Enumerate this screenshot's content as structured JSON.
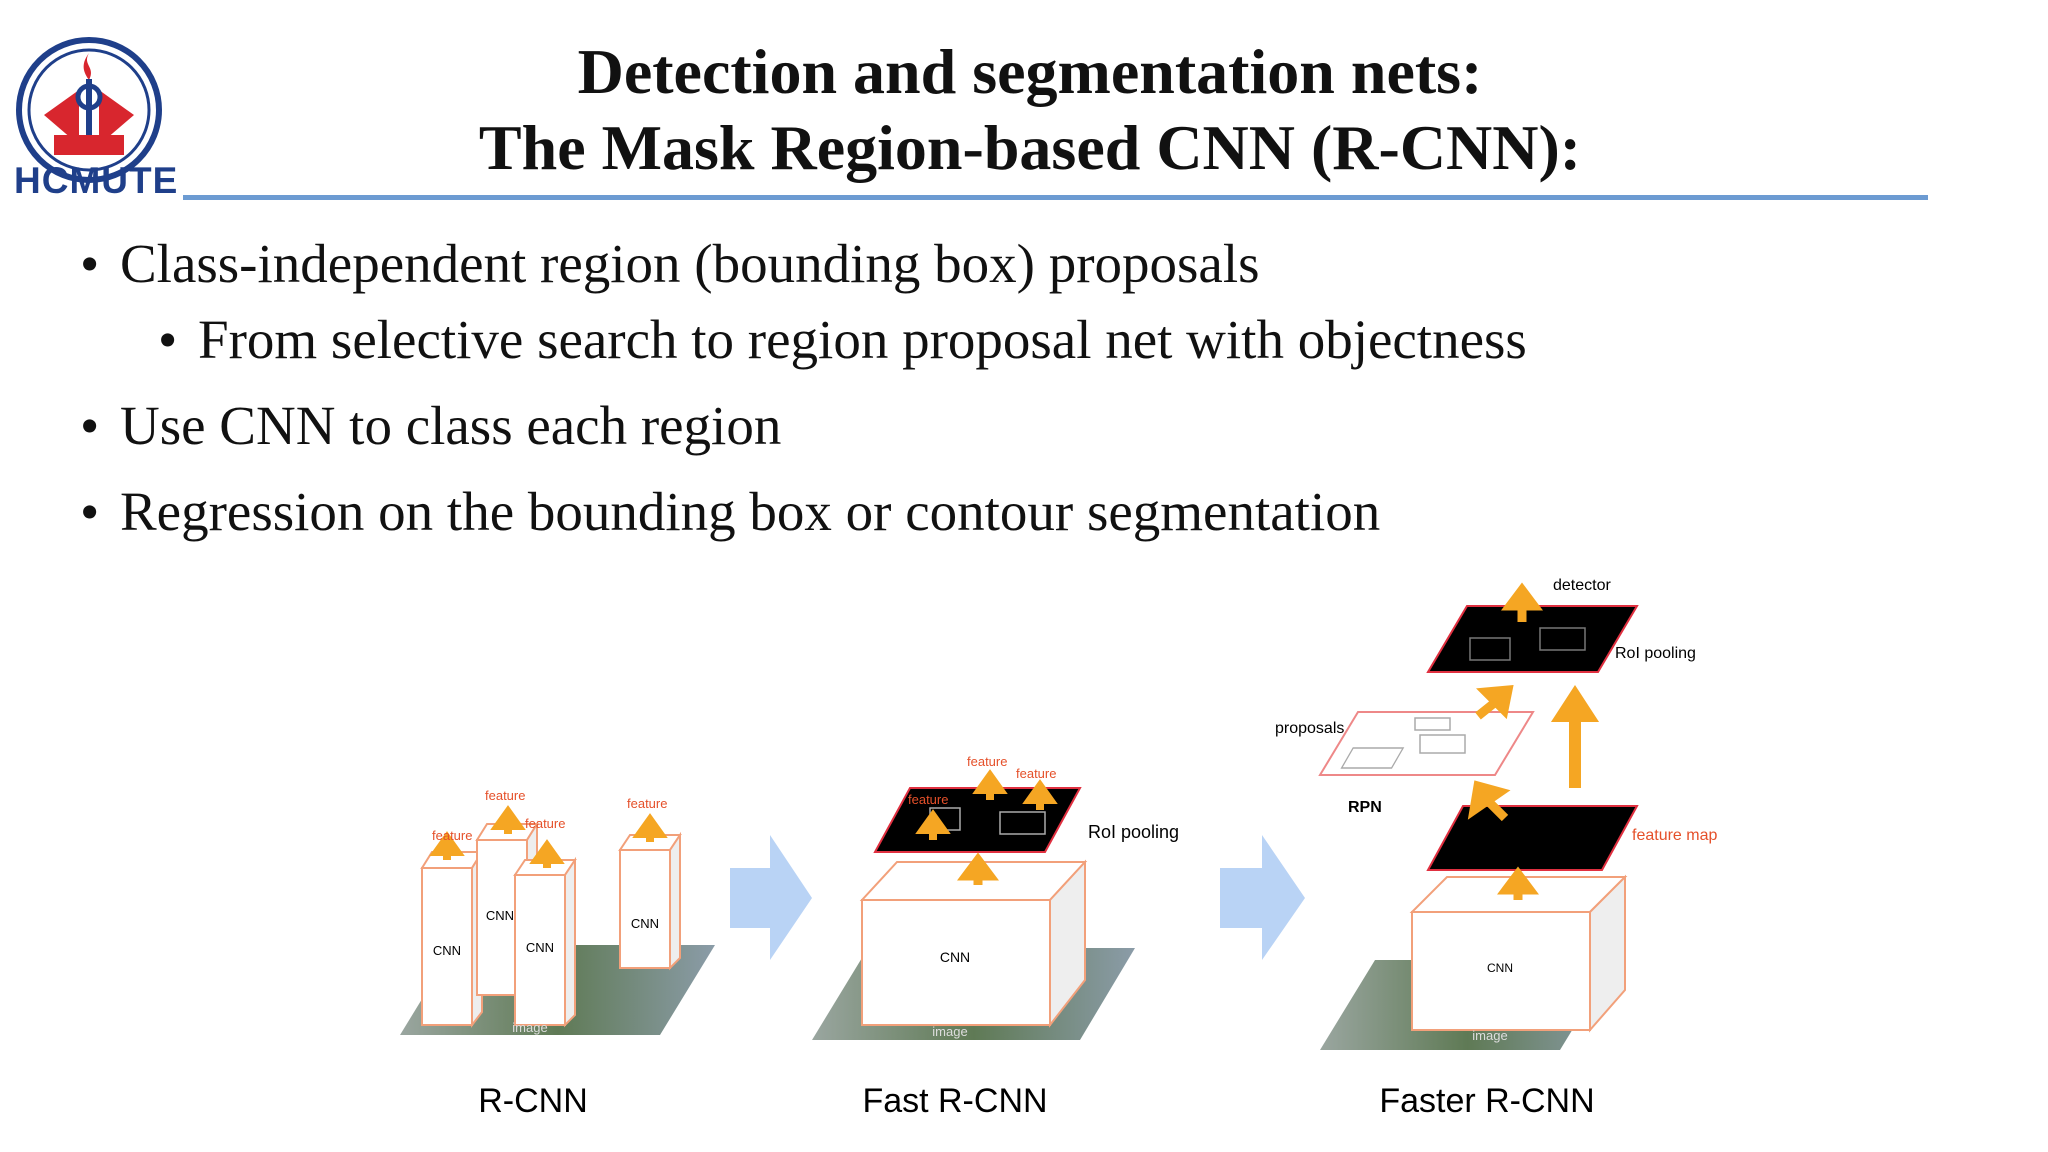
{
  "logo": {
    "text": "HCMUTE"
  },
  "title": {
    "line1": "Detection and segmentation nets:",
    "line2": "The Mask Region-based CNN (R-CNN):"
  },
  "bullets": [
    {
      "level": 1,
      "text": "Class-independent region (bounding box) proposals"
    },
    {
      "level": 2,
      "text": "From selective search to region proposal net with objectness"
    },
    {
      "level": 1,
      "text": "Use CNN to class each region"
    },
    {
      "level": 1,
      "text": "Regression on the bounding box or contour segmentation"
    }
  ],
  "diagram": {
    "rcnn": {
      "caption": "R-CNN",
      "cnn_label": "CNN",
      "feature_label": "feature",
      "image_label": "image"
    },
    "fast_rcnn": {
      "caption": "Fast R-CNN",
      "cnn_label": "CNN",
      "feature_label": "feature",
      "roi_label": "RoI pooling",
      "image_label": "image"
    },
    "faster_rcnn": {
      "caption": "Faster R-CNN",
      "cnn_label": "CNN",
      "detector_label": "detector",
      "roi_label": "RoI pooling",
      "proposals_label": "proposals",
      "rpn_label": "RPN",
      "feature_map_label": "feature map",
      "image_label": "image"
    }
  },
  "colors": {
    "accent_rule": "#6c9bd2",
    "logo_blue": "#1f3f8a",
    "logo_red": "#d8262e",
    "arrow_orange": "#f5a623",
    "box_edge": "#f2a07a",
    "flow_arrow": "#b9d3f5",
    "feature_text": "#e5502a"
  }
}
